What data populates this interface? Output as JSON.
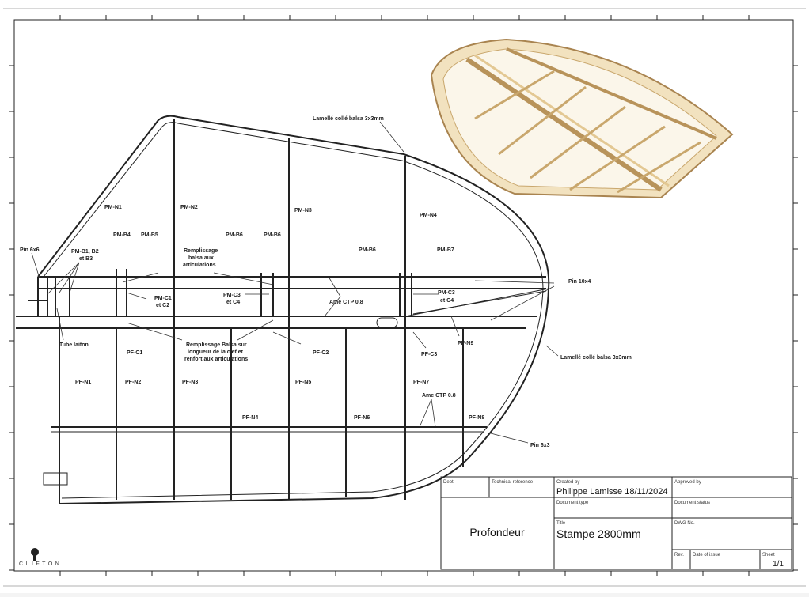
{
  "drawing": {
    "labels": {
      "lamelle_top": "Lamellé collé balsa 3x3mm",
      "lamelle_right": "Lamellé collé balsa 3x3mm",
      "pm_n1": "PM-N1",
      "pm_n2": "PM-N2",
      "pm_n3": "PM-N3",
      "pm_n4": "PM-N4",
      "pin_6x6": "Pin 6x6",
      "pm_b1_line1": "PM-B1, B2",
      "pm_b1_line2": "et B3",
      "pm_b4": "PM-B4",
      "pm_b5": "PM-B5",
      "pm_b6a": "PM-B6",
      "pm_b6b": "PM-B6",
      "pm_b6c": "PM-B6",
      "pm_b7": "PM-B7",
      "remplissage1_l1": "Remplissage",
      "remplissage1_l2": "balsa aux",
      "remplissage1_l3": "articulations",
      "pm_c1_l1": "PM-C1",
      "pm_c1_l2": "et C2",
      "pm_c3a_l1": "PM-C3",
      "pm_c3a_l2": "et C4",
      "pm_c3b_l1": "PM-C3",
      "pm_c3b_l2": "et C4",
      "ame_ctp_1": "Ame CTP 0.8",
      "ame_ctp_2": "Ame CTP 0.8",
      "pin_10x4": "Pin 10x4",
      "tube_laiton": "Tube laiton",
      "pf_c1": "PF-C1",
      "pf_c2": "PF-C2",
      "pf_c3": "PF-C3",
      "remplissage2_l1": "Remplissage Balsa sur",
      "remplissage2_l2": "longueur de la clef et",
      "remplissage2_l3": "renfort aux articulations",
      "pf_n9": "PF-N9",
      "pf_n1": "PF-N1",
      "pf_n2": "PF-N2",
      "pf_n3": "PF-N3",
      "pf_n5": "PF-N5",
      "pf_n7": "PF-N7",
      "pf_n4": "PF-N4",
      "pf_n6": "PF-N6",
      "pf_n8": "PF-N8",
      "pin_6x3": "Pin 6x3"
    },
    "logo": "CLIFTON"
  },
  "title_block": {
    "dept_label": "Dept.",
    "tech_ref_label": "Technical reference",
    "created_by_label": "Created by",
    "created_by_value": "Philippe Lamisse 18/11/2024",
    "approved_by_label": "Approved by",
    "document_type_label": "Document type",
    "document_status_label": "Document status",
    "part_name": "Profondeur",
    "title_label": "Title",
    "title_value": "Stampe 2800mm",
    "dwg_no_label": "DWG No.",
    "rev_label": "Rev.",
    "date_of_issue_label": "Date of issue",
    "sheet_label": "Sheet",
    "sheet_value": "1/1"
  },
  "colors": {
    "wood_light": "#e3c893",
    "wood_dark": "#b8935a",
    "ink": "#222222"
  }
}
